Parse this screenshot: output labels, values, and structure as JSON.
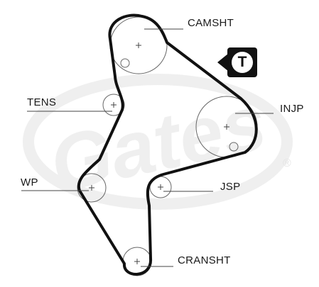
{
  "labels": {
    "camsht": "CAMSHT",
    "tens": "TENS",
    "injp": "INJP",
    "wp": "WP",
    "jsp": "JSP",
    "cransht": "CRANSHT"
  },
  "badge": {
    "letter": "T"
  },
  "watermark": {
    "text": "Gates",
    "registered": "®"
  },
  "colors": {
    "belt": "#111111",
    "pulley": "#555555",
    "watermark": "#eeeeee"
  },
  "icons": {
    "tensioner_badge": "tensioner-t-icon"
  }
}
